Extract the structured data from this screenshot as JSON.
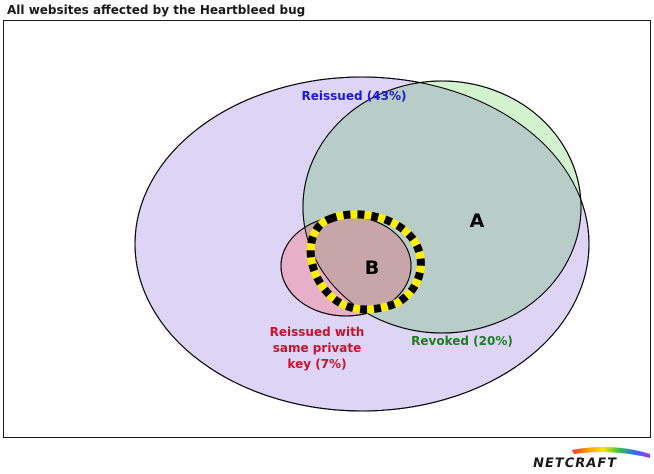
{
  "title": "All websites affected by the Heartbleed bug",
  "diagram": {
    "reissued_label": "Reissued (43%)",
    "revoked_label": "Revoked (20%)",
    "same_key_label_lines": [
      "Reissued with",
      "same private",
      "key (7%)"
    ],
    "region_a": "A",
    "region_b": "B",
    "colors": {
      "reissued_fill": "#ded4f5",
      "revoked_fill": "#d3f3cf",
      "overlap_fill": "#b8cdc8",
      "same_key_fill": "#e8b0c8",
      "b_fill": "#c8a5a8",
      "hazard_yellow": "#ffee00",
      "reissued_text": "#1a1adb",
      "revoked_text": "#1e7e1e",
      "same_key_text": "#c4152c"
    }
  },
  "logo": {
    "text": "NETCRAFT",
    "icon": "netcraft-rainbow-logo"
  }
}
